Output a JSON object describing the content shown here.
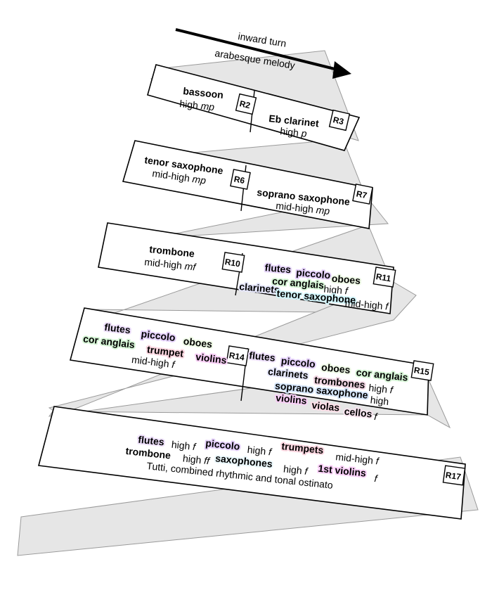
{
  "header": {
    "top_label": "inward turn",
    "bottom_label": "arabesque melody"
  },
  "rehearsal": {
    "r2": {
      "mark": "R2",
      "instrument": "bassoon",
      "instrument_color": "#a8d08d",
      "register": "high",
      "dynamic": "mp"
    },
    "r3": {
      "mark": "R3",
      "instrument": "Eb clarinet",
      "instrument_color": "#7fd3f0",
      "register": "high",
      "dynamic": "p"
    },
    "r6": {
      "mark": "R6",
      "instrument": "tenor saxophone",
      "instrument_color": "#1fe0f0",
      "register": "mid-high",
      "dynamic": "mp"
    },
    "r7": {
      "mark": "R7",
      "instrument": "soprano saxophone",
      "instrument_color": "#1a8fe0",
      "register": "mid-high",
      "dynamic": "mp"
    },
    "r10": {
      "mark": "R10",
      "instrument": "trombone",
      "instrument_color": "#8b1a5a",
      "register": "mid-high",
      "dynamic": "mf"
    },
    "r11": {
      "mark": "R11",
      "flutes": "flutes",
      "piccolo": "piccolo",
      "oboes": "oboes",
      "cor_anglais": "cor anglais",
      "high": "high",
      "f": "f",
      "clarinets": "clarinets",
      "tenor_saxophone": "tenor saxophone",
      "mid_high": "mid-high",
      "f2": "f"
    },
    "r14": {
      "mark": "R14",
      "flutes": "flutes",
      "piccolo": "piccolo",
      "oboes": "oboes",
      "cor_anglais": "cor anglais",
      "trumpet": "trumpet",
      "violins": "violins",
      "register": "mid-high",
      "dynamic": "f"
    },
    "r15": {
      "mark": "R15",
      "flutes": "flutes",
      "piccolo": "piccolo",
      "oboes": "oboes",
      "cor_anglais": "cor anglais",
      "clarinets": "clarinets",
      "trombones": "trombones",
      "high": "high",
      "f": "f",
      "soprano_saxophone": "soprano saxophone",
      "high2": "high",
      "violins": "violins",
      "violas": "violas",
      "cellos": "cellos",
      "f2": "f"
    },
    "r17": {
      "mark": "R17",
      "flutes": "flutes",
      "high_a": "high",
      "f_a": "f",
      "piccolo": "piccolo",
      "high_b": "high",
      "f_b": "f",
      "trumpets": "trumpets",
      "mid_high": "mid-high",
      "f_c": "f",
      "trombone": "trombone",
      "high_c": "high",
      "ff": "ff",
      "saxophones": "saxophones",
      "high_d": "high",
      "f_d": "f",
      "first_violins": "1st violins",
      "f_e": "f",
      "tutti": "Tutti, combined rhythmic and tonal ostinato"
    }
  },
  "colors": {
    "flutes": "#c9a0f0",
    "piccolo": "#8a2be2",
    "oboes": "#d4f0c0",
    "cor_anglais": "#22bb22",
    "clarinets": "#a5a8f0",
    "tenor_saxophone": "#22d4ee",
    "soprano_saxophone": "#2a7fe8",
    "trombones": "#8b1a5a",
    "trumpet": "#e8507a",
    "violins": "#e020d8",
    "violas": "#e87aa0",
    "cellos": "#e6a0c8",
    "saxophones": "#bfe8f0"
  }
}
